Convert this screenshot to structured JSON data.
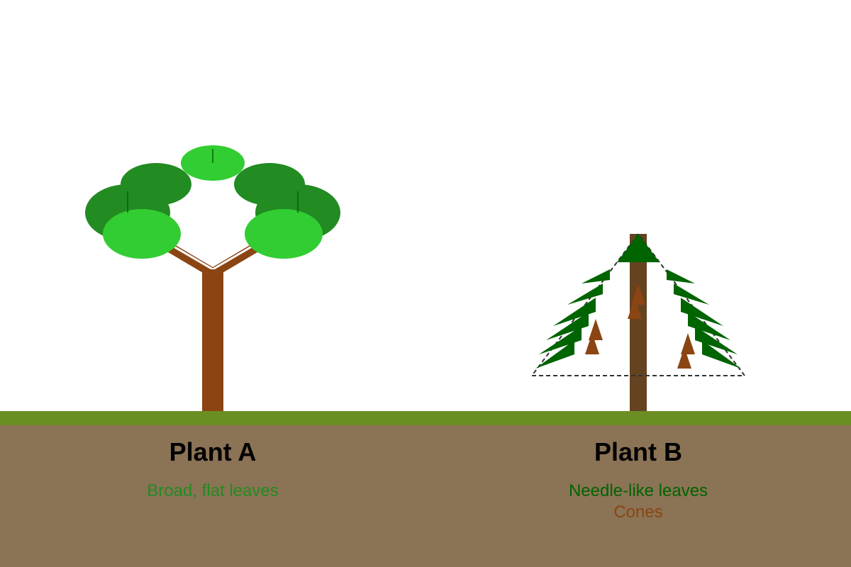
{
  "plant_a": {
    "title": "Plant A",
    "caption": "Broad, flat leaves"
  },
  "plant_b": {
    "title": "Plant B",
    "caption_leaves": "Needle-like leaves",
    "caption_cones": "Cones"
  },
  "colors": {
    "background": "#ffffff",
    "grass": "#6b8e23",
    "soil": "#8b7355",
    "trunk_a": "#8b4513",
    "trunk_b": "#654321",
    "leaf_dark": "#228b22",
    "leaf_light": "#32cd32",
    "needle": "#006400",
    "cone": "#8b4513",
    "title_text": "#000000",
    "caption_leaves_a": "#228b22",
    "caption_leaves_b": "#006400",
    "caption_cones": "#8b4513"
  }
}
